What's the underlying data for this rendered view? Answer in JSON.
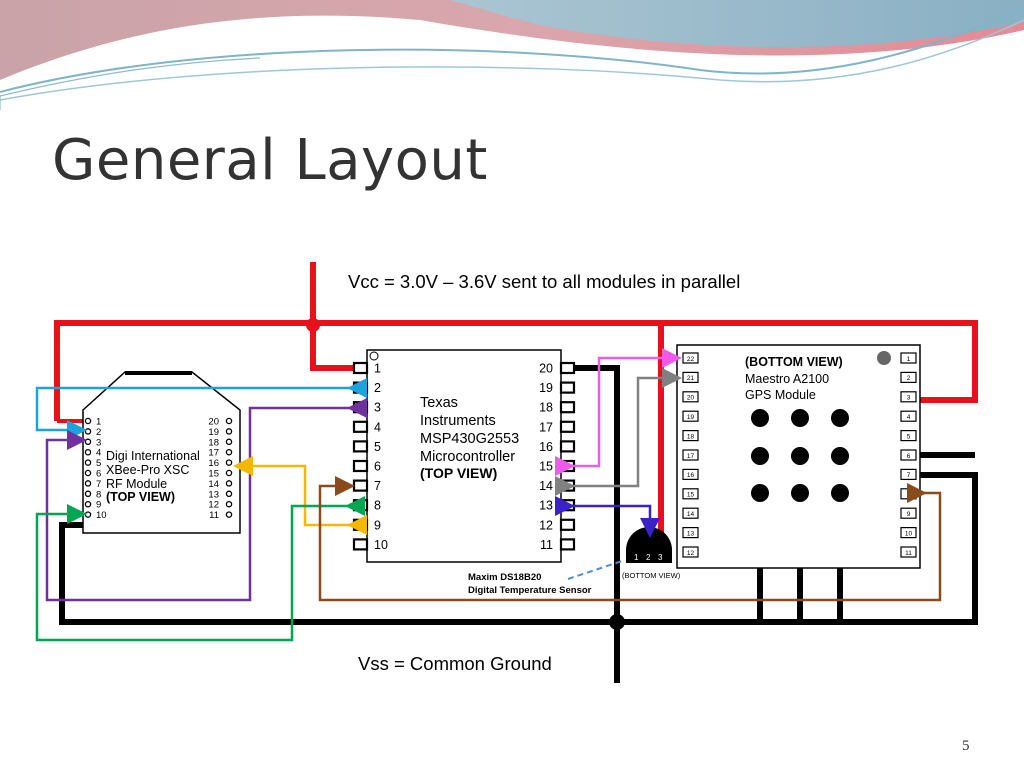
{
  "slide": {
    "title": "General Layout",
    "page_number": "5"
  },
  "diagram": {
    "vcc_label": "Vcc = 3.0V – 3.6V sent to all modules in parallel",
    "vss_label": "Vss = Common Ground",
    "xbee": {
      "name_line1": "Digi International",
      "name_line2": "XBee-Pro XSC",
      "name_line3": "RF Module",
      "view": "(TOP VIEW)",
      "left_pins": [
        "1",
        "2",
        "3",
        "4",
        "5",
        "6",
        "7",
        "8",
        "9",
        "10"
      ],
      "right_pins": [
        "20",
        "19",
        "18",
        "17",
        "16",
        "15",
        "14",
        "13",
        "12",
        "11"
      ]
    },
    "msp": {
      "name_line1": "Texas",
      "name_line2": "Instruments",
      "name_line3": "MSP430G2553",
      "name_line4": "Microcontroller",
      "view": "(TOP VIEW)",
      "left_pins": [
        "1",
        "2",
        "3",
        "4",
        "5",
        "6",
        "7",
        "8",
        "9",
        "10"
      ],
      "right_pins": [
        "20",
        "19",
        "18",
        "17",
        "16",
        "15",
        "14",
        "13",
        "12",
        "11"
      ]
    },
    "gps": {
      "view": "(BOTTOM VIEW)",
      "name_line1": "Maestro A2100",
      "name_line2": "GPS Module",
      "left_pins": [
        "22",
        "21",
        "20",
        "19",
        "18",
        "17",
        "16",
        "15",
        "14",
        "13",
        "12"
      ],
      "right_pins": [
        "1",
        "2",
        "3",
        "4",
        "5",
        "6",
        "7",
        "8",
        "9",
        "10",
        "11"
      ]
    },
    "sensor": {
      "name_line1": "Maxim DS18B20",
      "name_line2": "Digital Temperature Sensor",
      "view": "(BOTTOM VIEW)",
      "pins": [
        "1",
        "2",
        "3"
      ]
    },
    "colors": {
      "vcc": "#e8101a",
      "ground": "#000000",
      "cyan": "#1aa3dc",
      "purple": "#7030a0",
      "yellow": "#f5b800",
      "green": "#00a651",
      "brown": "#8b4a1c",
      "magenta": "#ee5be8",
      "gray": "#808080",
      "blue": "#3a22c8"
    }
  }
}
